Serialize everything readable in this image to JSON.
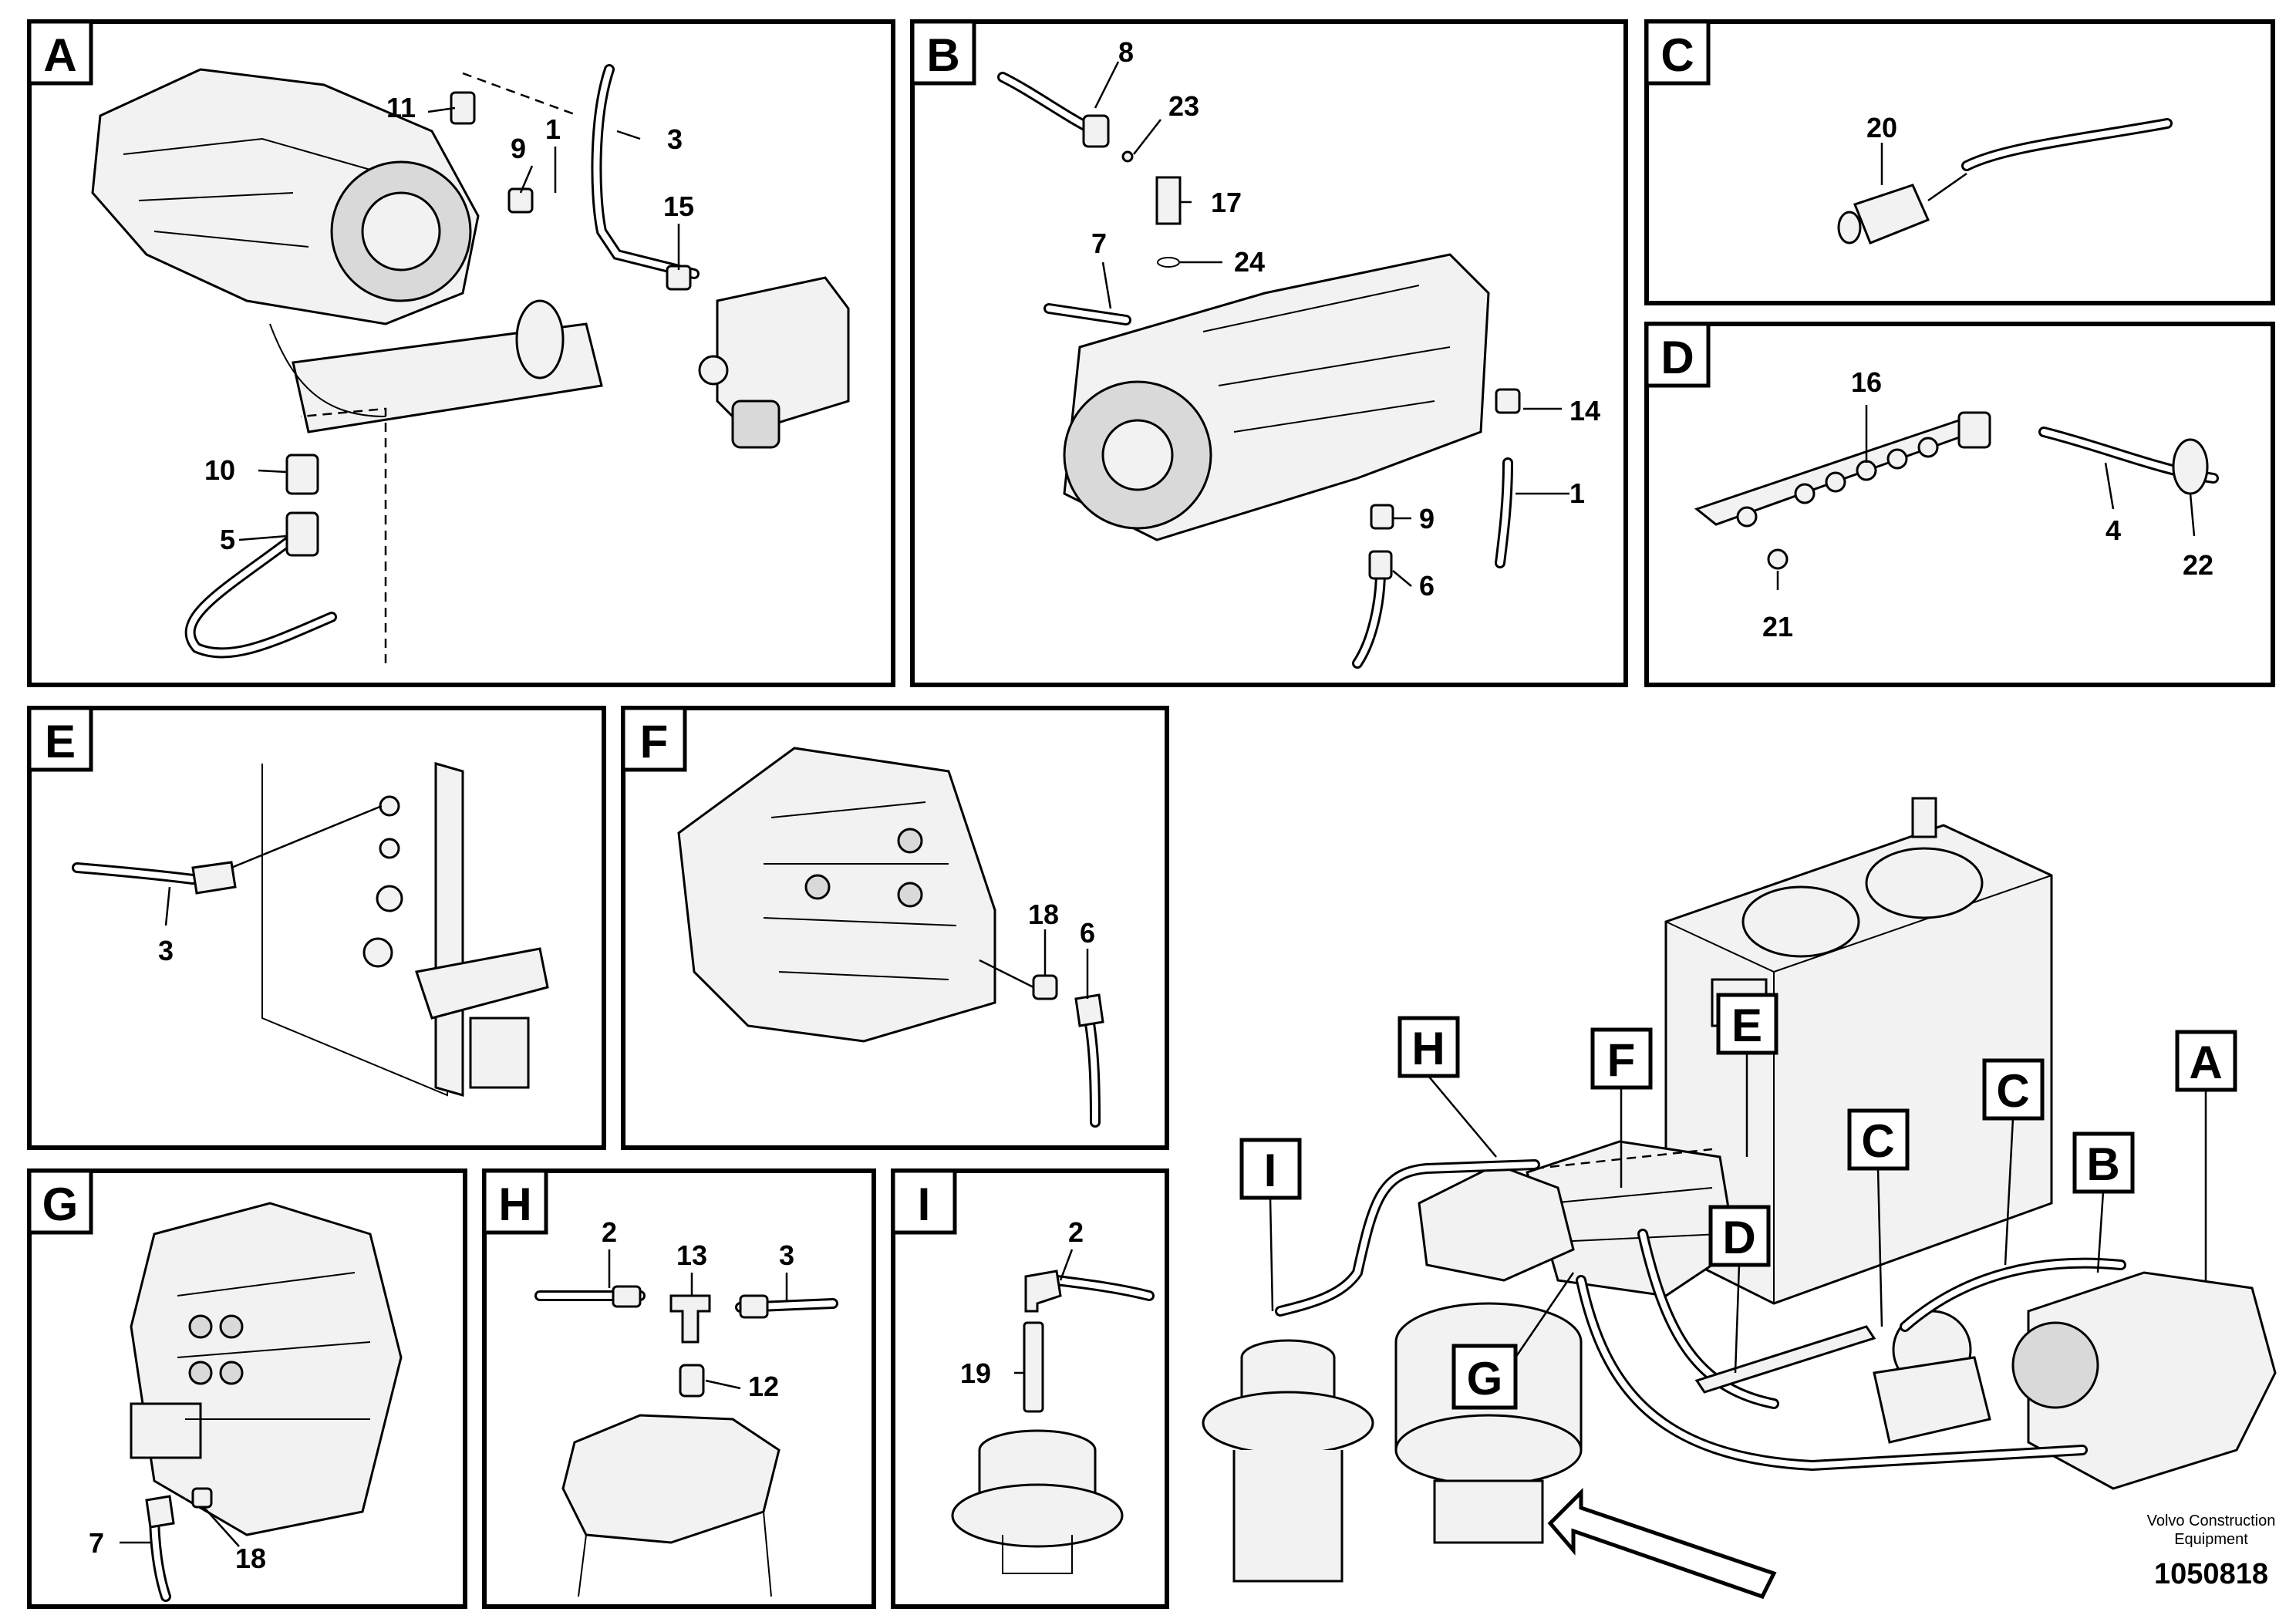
{
  "panels": {
    "A": {
      "tag": "A",
      "callouts": [
        "11",
        "9",
        "1",
        "3",
        "15",
        "10",
        "5"
      ]
    },
    "B": {
      "tag": "B",
      "callouts": [
        "8",
        "23",
        "17",
        "24",
        "7",
        "14",
        "1",
        "9",
        "6"
      ]
    },
    "C": {
      "tag": "C",
      "callouts": [
        "20"
      ]
    },
    "D": {
      "tag": "D",
      "callouts": [
        "16",
        "4",
        "22",
        "21"
      ]
    },
    "E": {
      "tag": "E",
      "callouts": [
        "3"
      ]
    },
    "F": {
      "tag": "F",
      "callouts": [
        "18",
        "6"
      ]
    },
    "G": {
      "tag": "G",
      "callouts": [
        "7",
        "18"
      ]
    },
    "H": {
      "tag": "H",
      "callouts": [
        "2",
        "13",
        "3",
        "12"
      ]
    },
    "I": {
      "tag": "I",
      "callouts": [
        "2",
        "19"
      ]
    }
  },
  "overview": {
    "tags": [
      "H",
      "F",
      "E",
      "C",
      "C",
      "A",
      "I",
      "B",
      "D",
      "G"
    ]
  },
  "footer": {
    "brand_line1": "Volvo Construction",
    "brand_line2": "Equipment",
    "doc_number": "1050818"
  }
}
